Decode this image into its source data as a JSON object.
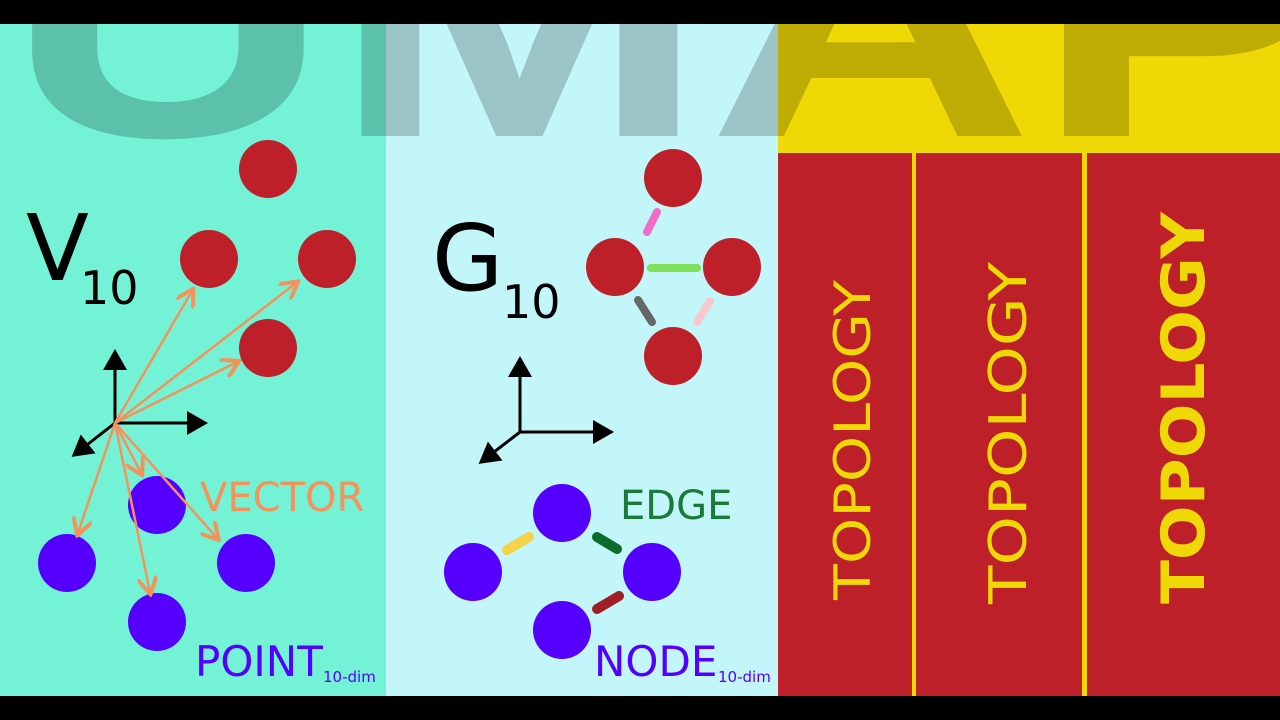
{
  "watermark": "UMAP",
  "panels": {
    "vector": {
      "symbol": "V",
      "subscript": "10",
      "vector_label": "VECTOR",
      "point_label": "POINT",
      "point_sub": "10-dim"
    },
    "graph": {
      "symbol": "G",
      "subscript": "10",
      "edge_label": "EDGE",
      "node_label": "NODE",
      "node_sub": "10-dim"
    },
    "topology": {
      "labels": [
        "TOPOLOGY",
        "TOPOLOGY",
        "TOPOLOGY"
      ]
    }
  },
  "colors": {
    "teal": "#74f2d6",
    "cyan": "#c2f6f9",
    "yellow": "#eed806",
    "red": "#bd2029",
    "blue": "#5500ff",
    "orange": "#f4925a",
    "green": "#1a7a3a"
  }
}
